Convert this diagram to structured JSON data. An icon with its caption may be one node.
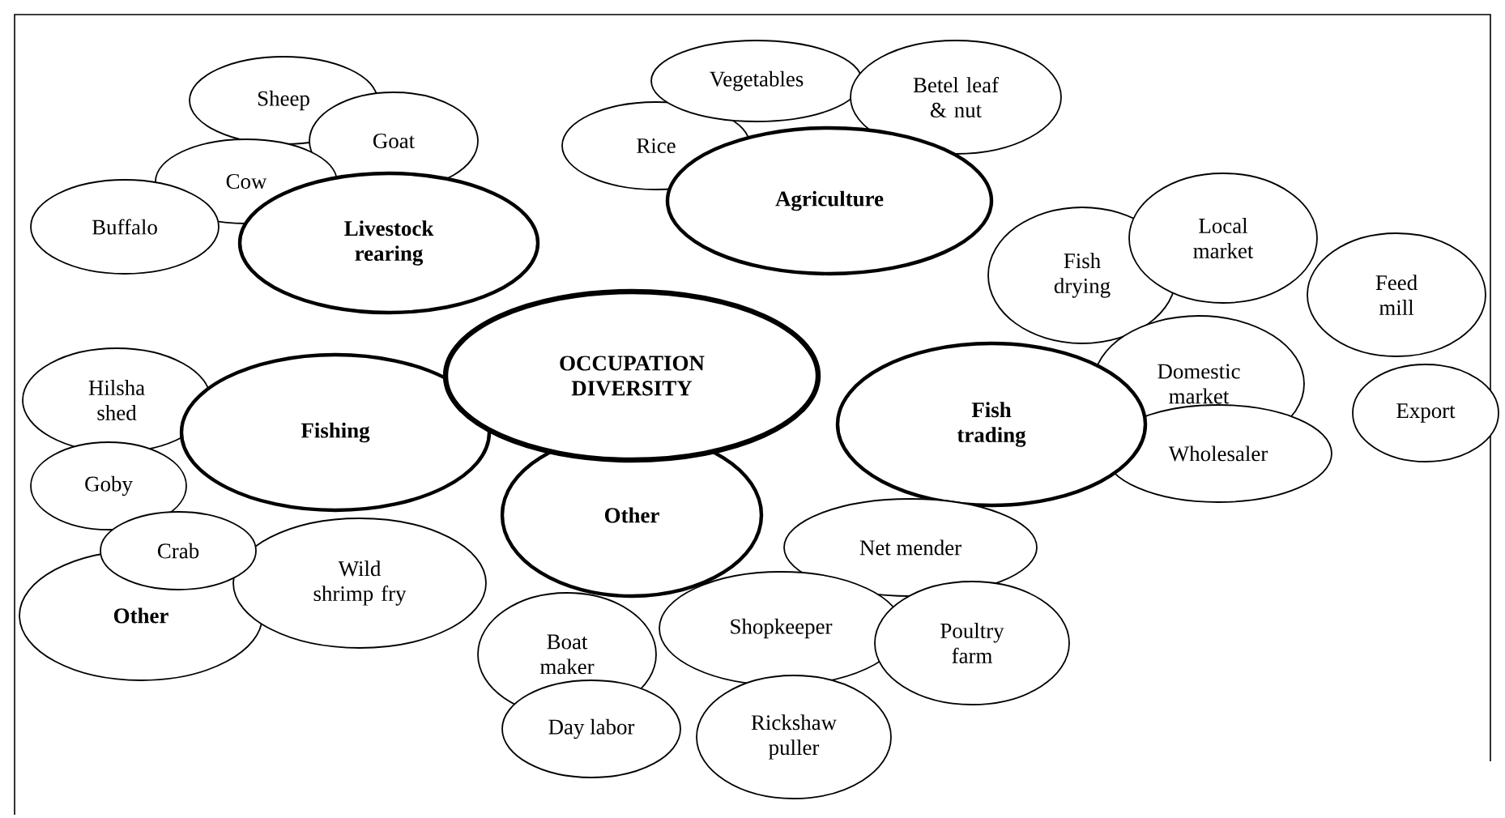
{
  "diagram": {
    "nodes": [
      {
        "text": [
          "Sheep"
        ]
      },
      {
        "text": [
          "Goat"
        ]
      },
      {
        "text": [
          "Cow"
        ]
      },
      {
        "text": [
          "Buffalo"
        ]
      },
      {
        "text": [
          "Livestock rearing"
        ]
      },
      {
        "text": [
          "Vegetables"
        ]
      },
      {
        "text": [
          "Betel leaf & nut"
        ]
      },
      {
        "text": [
          "Rice"
        ]
      },
      {
        "text": [
          "Agriculture"
        ]
      },
      {
        "text": [
          "OCCUPATION DIVERSITY"
        ]
      },
      {
        "text": [
          "Fish drying"
        ]
      },
      {
        "text": [
          "Local market"
        ]
      },
      {
        "text": [
          "Feed mill"
        ]
      },
      {
        "text": [
          "Domestic market"
        ]
      },
      {
        "text": [
          "Export"
        ]
      },
      {
        "text": [
          "Fish trading"
        ]
      },
      {
        "text": [
          "Wholesaler"
        ]
      },
      {
        "text": [
          "Hilsha shed"
        ]
      },
      {
        "text": [
          "Fishing"
        ]
      },
      {
        "text": [
          "Goby"
        ]
      },
      {
        "text": [
          "Crab"
        ]
      },
      {
        "text": [
          "Wild shrimp fry"
        ]
      },
      {
        "text": [
          "Other"
        ]
      },
      {
        "text": [
          "Other"
        ]
      },
      {
        "text": [
          "Net mender"
        ]
      },
      {
        "text": [
          "Boat maker"
        ]
      },
      {
        "text": [
          "Shopkeeper"
        ]
      },
      {
        "text": [
          "Poultry farm"
        ]
      },
      {
        "text": [
          "Day labor"
        ]
      },
      {
        "text": [
          "Rickshaw puller"
        ]
      }
    ]
  }
}
